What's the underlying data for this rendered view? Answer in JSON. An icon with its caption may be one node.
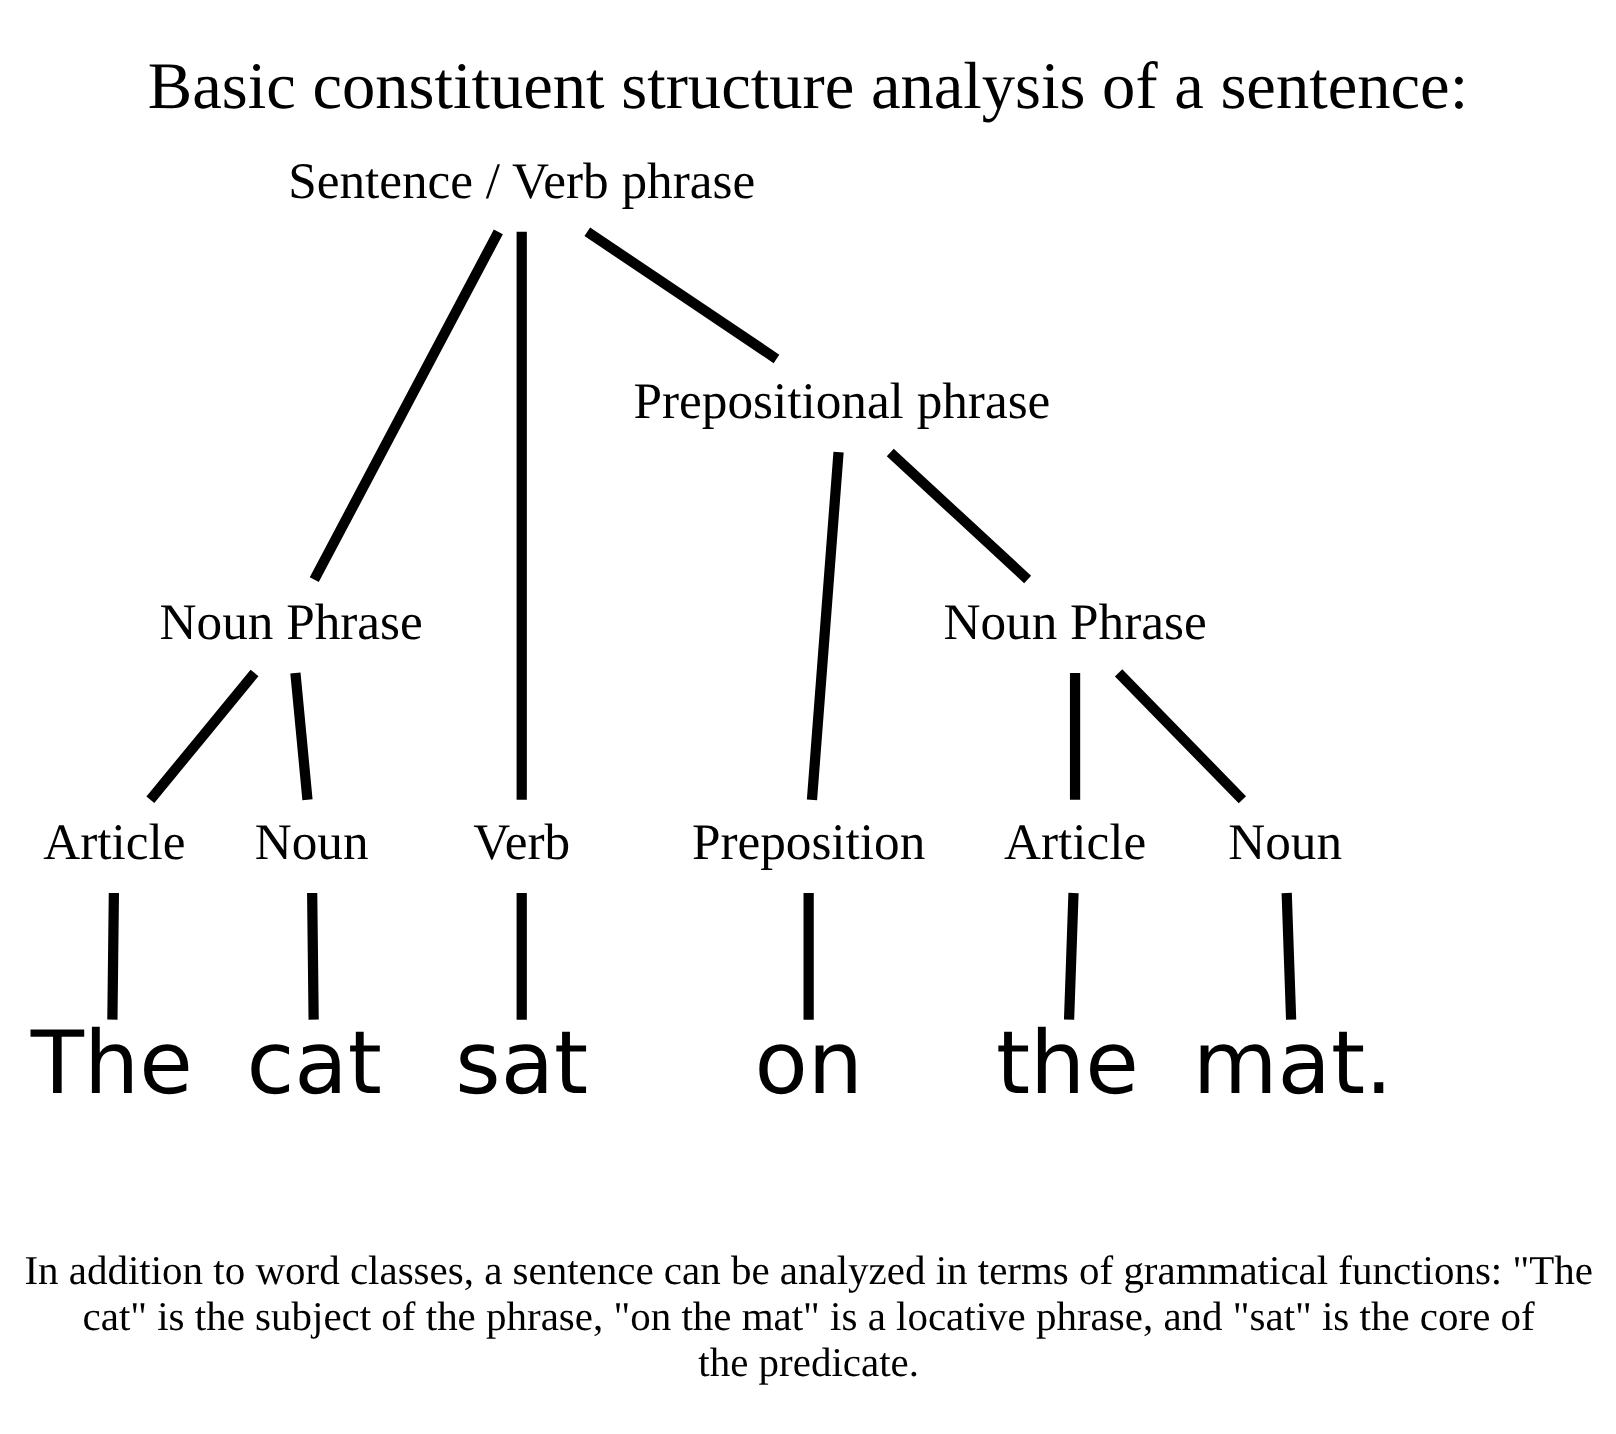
{
  "diagram": {
    "title": "Basic constituent structure analysis of a sentence:",
    "caption": "In addition to word classes, a sentence can be analyzed in terms of grammatical functions: \"The cat\" is the subject of the phrase, \"on the mat\" is a locative phrase, and \"sat\" is the core of the predicate.",
    "nodes": [
      {
        "text": [
          "Sentence / Verb phrase"
        ]
      },
      {
        "text": [
          "Prepositional phrase"
        ]
      },
      {
        "text": [
          "Noun Phrase"
        ]
      },
      {
        "text": [
          "Noun Phrase"
        ]
      },
      {
        "text": [
          "Article"
        ]
      },
      {
        "text": [
          "Noun"
        ]
      },
      {
        "text": [
          "Verb"
        ]
      },
      {
        "text": [
          "Preposition"
        ]
      },
      {
        "text": [
          "Article"
        ]
      },
      {
        "text": [
          "Noun"
        ]
      },
      {
        "text": [
          "The"
        ]
      },
      {
        "text": [
          "cat"
        ]
      },
      {
        "text": [
          "sat"
        ]
      },
      {
        "text": [
          "on"
        ]
      },
      {
        "text": [
          "the"
        ]
      },
      {
        "text": [
          "mat."
        ]
      }
    ],
    "edges": [
      {
        "from": 0,
        "to": 2,
        "arrow": "none"
      },
      {
        "from": 0,
        "to": 6,
        "arrow": "none"
      },
      {
        "from": 0,
        "to": 1,
        "arrow": "none"
      },
      {
        "from": 2,
        "to": 4,
        "arrow": "none"
      },
      {
        "from": 2,
        "to": 5,
        "arrow": "none"
      },
      {
        "from": 1,
        "to": 7,
        "arrow": "none"
      },
      {
        "from": 1,
        "to": 3,
        "arrow": "none"
      },
      {
        "from": 3,
        "to": 8,
        "arrow": "none"
      },
      {
        "from": 3,
        "to": 9,
        "arrow": "none"
      },
      {
        "from": 4,
        "to": 10,
        "arrow": "none"
      },
      {
        "from": 5,
        "to": 11,
        "arrow": "none"
      },
      {
        "from": 6,
        "to": 12,
        "arrow": "none"
      },
      {
        "from": 7,
        "to": 13,
        "arrow": "none"
      },
      {
        "from": 8,
        "to": 14,
        "arrow": "none"
      },
      {
        "from": 9,
        "to": 15,
        "arrow": "none"
      }
    ]
  }
}
